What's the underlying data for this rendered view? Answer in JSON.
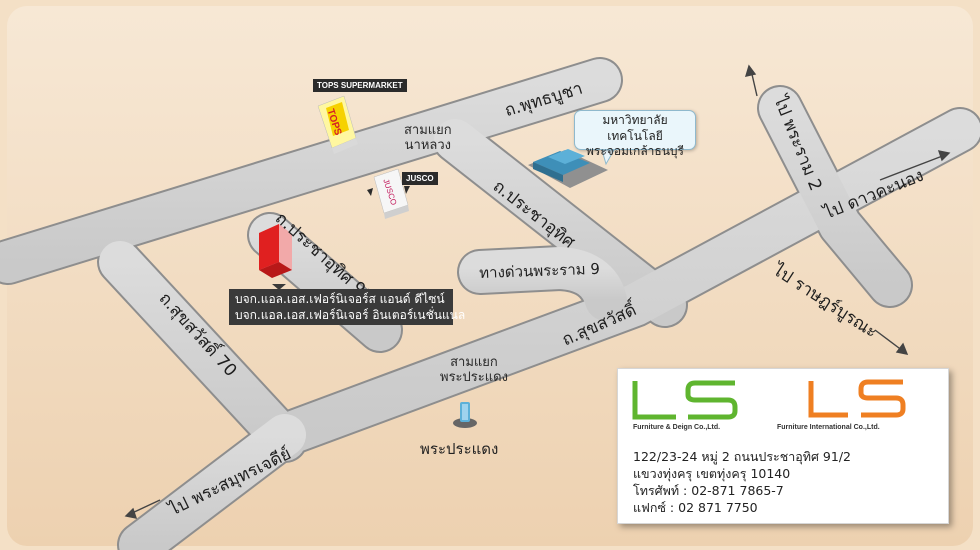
{
  "roads": {
    "phutthabucha": "ถ.พุทธบูชา",
    "pracha_uthit": "ถ.ประชาอุทิศ",
    "pracha_uthit_91_2": "ถ.ประชาอุทิศ 91/2",
    "suksawat_70": "ถ.สุขสวัสดิ์ 70",
    "suksawat": "ถ.สุขสวัสดิ์",
    "expressway": "ทางด่วนพระราม 9"
  },
  "directions": {
    "rama2": "ไป พระราม 2",
    "dao_khanong": "ไป ดาวคะนอง",
    "rat_burana": "ไป ราษฎร์บูรณะ",
    "samut_chedi": "ไป พระสมุทรเจดีย์"
  },
  "junctions": {
    "na_luang_l1": "สามแยก",
    "na_luang_l2": "นาหลวง",
    "phra_pradaeng_l1": "สามแยก",
    "phra_pradaeng_l2": "พระประแดง"
  },
  "landmarks": {
    "tops_tag": "TOPS SUPERMARKET",
    "tops_logo": "TOPS",
    "jusco_tag": "JUSCO",
    "jusco_logo": "JUSCO",
    "university_l1": "มหาวิทยาลัยเทคโนโลยี",
    "university_l2": "พระจอมเกล้าธนบุรี",
    "phra_pradaeng": "พระประแดง"
  },
  "company_box": {
    "line1": "บจก.แอล.เอส.เฟอร์นิเจอร์ส แอนด์ ดีไซน์",
    "line2": "บจก.แอล.เอส.เฟอร์นิเจอร์ อินเตอร์เนชั่นแนล"
  },
  "contact_card": {
    "logo1_text": "LS",
    "logo1_name": "Furniture & Deign Co.,Ltd.",
    "logo2_text": "LS",
    "logo2_name": "Furniture International Co.,Ltd.",
    "address_line1": "122/23-24 หมู่ 2  ถนนประชาอุทิศ 91/2",
    "address_line2": "แขวงทุ่งครุ เขตทุ่งครุ 10140",
    "phone": "โทรศัพท์ : 02-871 7865-7",
    "fax": "แฟกซ์ : 02 871 7750"
  },
  "colors": {
    "background": "#f2dcc1",
    "road": "#d6d6d6",
    "road_edge": "#8e8e8e",
    "logo_green": "#5fb52f",
    "logo_orange": "#ef7f22",
    "company_marker": "#e02020"
  }
}
